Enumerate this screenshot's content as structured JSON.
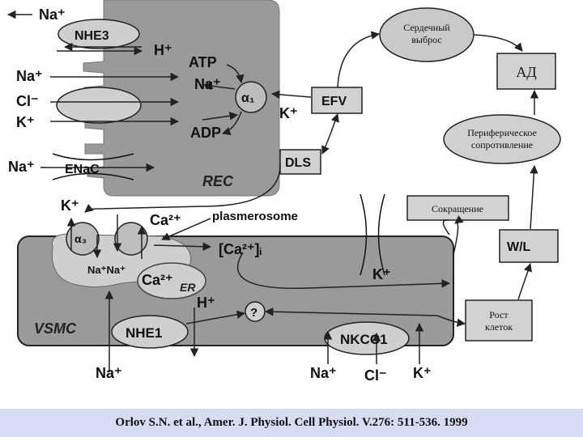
{
  "rec": {
    "label": "REC",
    "nhe3": "NHE3",
    "na_top": "Na⁺",
    "h_top": "H⁺",
    "atp": "ATP",
    "na_pump": "Na⁺",
    "adp": "ADP",
    "na_left": "Na⁺",
    "cl_left": "Cl⁻",
    "k_left": "K⁺",
    "na_enac": "Na⁺",
    "enac": "ENaC",
    "alpha1": "α₁",
    "k_efv": "K⁺"
  },
  "boxes": {
    "efv": "EFV",
    "dls": "DLS",
    "wl": "W/L"
  },
  "outcomes": {
    "cardiac_output": "Сердечный выброс",
    "ad": "АД",
    "peripheral_resistance": "Периферическое сопротивление",
    "contraction": "Сокращение",
    "cell_growth": "Рост клеток"
  },
  "vsmc": {
    "label": "VSMC",
    "k_top": "K⁺",
    "alpha3": "α₃",
    "ca_top": "Ca²⁺",
    "plasmerosome": "plasmerosome",
    "ca_i": "[Ca²⁺]ᵢ",
    "na_na": "Na⁺Na⁺",
    "ca_er": "Ca²⁺",
    "er": "ER",
    "h": "H⁺",
    "question": "?",
    "k_channel": "K⁺",
    "nhe1": "NHE1",
    "nkcc1": "NKCC1",
    "na_bottom_left": "Na⁺",
    "na_bottom": "Na⁺",
    "cl_bottom": "Cl⁻",
    "k_bottom": "K⁺"
  },
  "footer": "Orlov S.N. et al., Amer. J. Physiol. Cell Physiol. V.276: 511-536. 1999"
}
